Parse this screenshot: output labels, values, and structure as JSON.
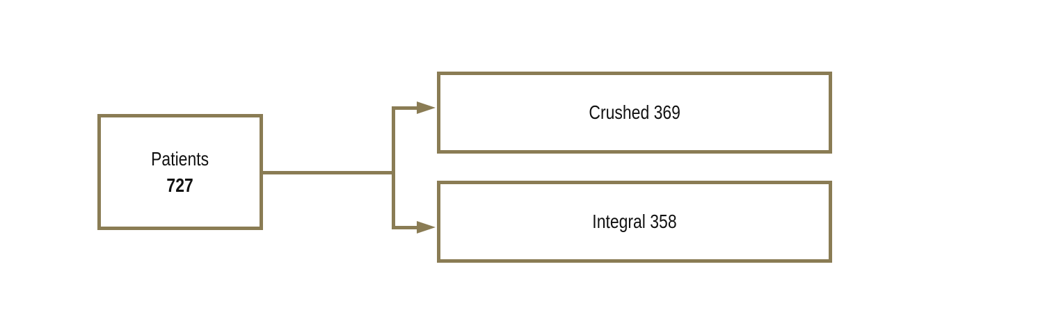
{
  "colors": {
    "line": "#8a7c54",
    "text": "#111111",
    "background": "#ffffff"
  },
  "nodes": {
    "patients": {
      "label": "Patients",
      "count": "727"
    },
    "crushed": {
      "label": "Crushed",
      "count": "369"
    },
    "integral": {
      "label": "Integral",
      "count": "358"
    }
  },
  "edges": [
    {
      "from": "patients",
      "to": "crushed"
    },
    {
      "from": "patients",
      "to": "integral"
    }
  ]
}
